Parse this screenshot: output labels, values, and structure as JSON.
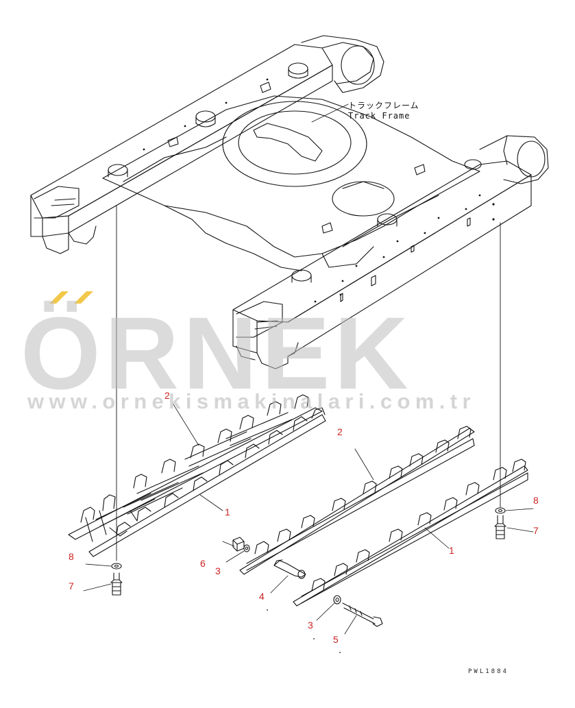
{
  "frame_label": {
    "jp": "トラックフレーム",
    "en": "Track Frame"
  },
  "callouts": {
    "c1a": "1",
    "c1b": "1",
    "c2a": "2",
    "c2b": "2",
    "c3a": "3",
    "c3b": "3",
    "c4": "4",
    "c5": "5",
    "c6": "6",
    "c7a": "7",
    "c7b": "7",
    "c8a": "8",
    "c8b": "8"
  },
  "watermark": {
    "brand": "ÖRNEK",
    "url": "www.ornekismakinalari.com.tr"
  },
  "drawing_code": "PWL1884",
  "colors": {
    "callout": "#cc2222",
    "line": "#111111",
    "watermark_gray": "#bdbdbd",
    "watermark_dots": "#f2c84b"
  }
}
